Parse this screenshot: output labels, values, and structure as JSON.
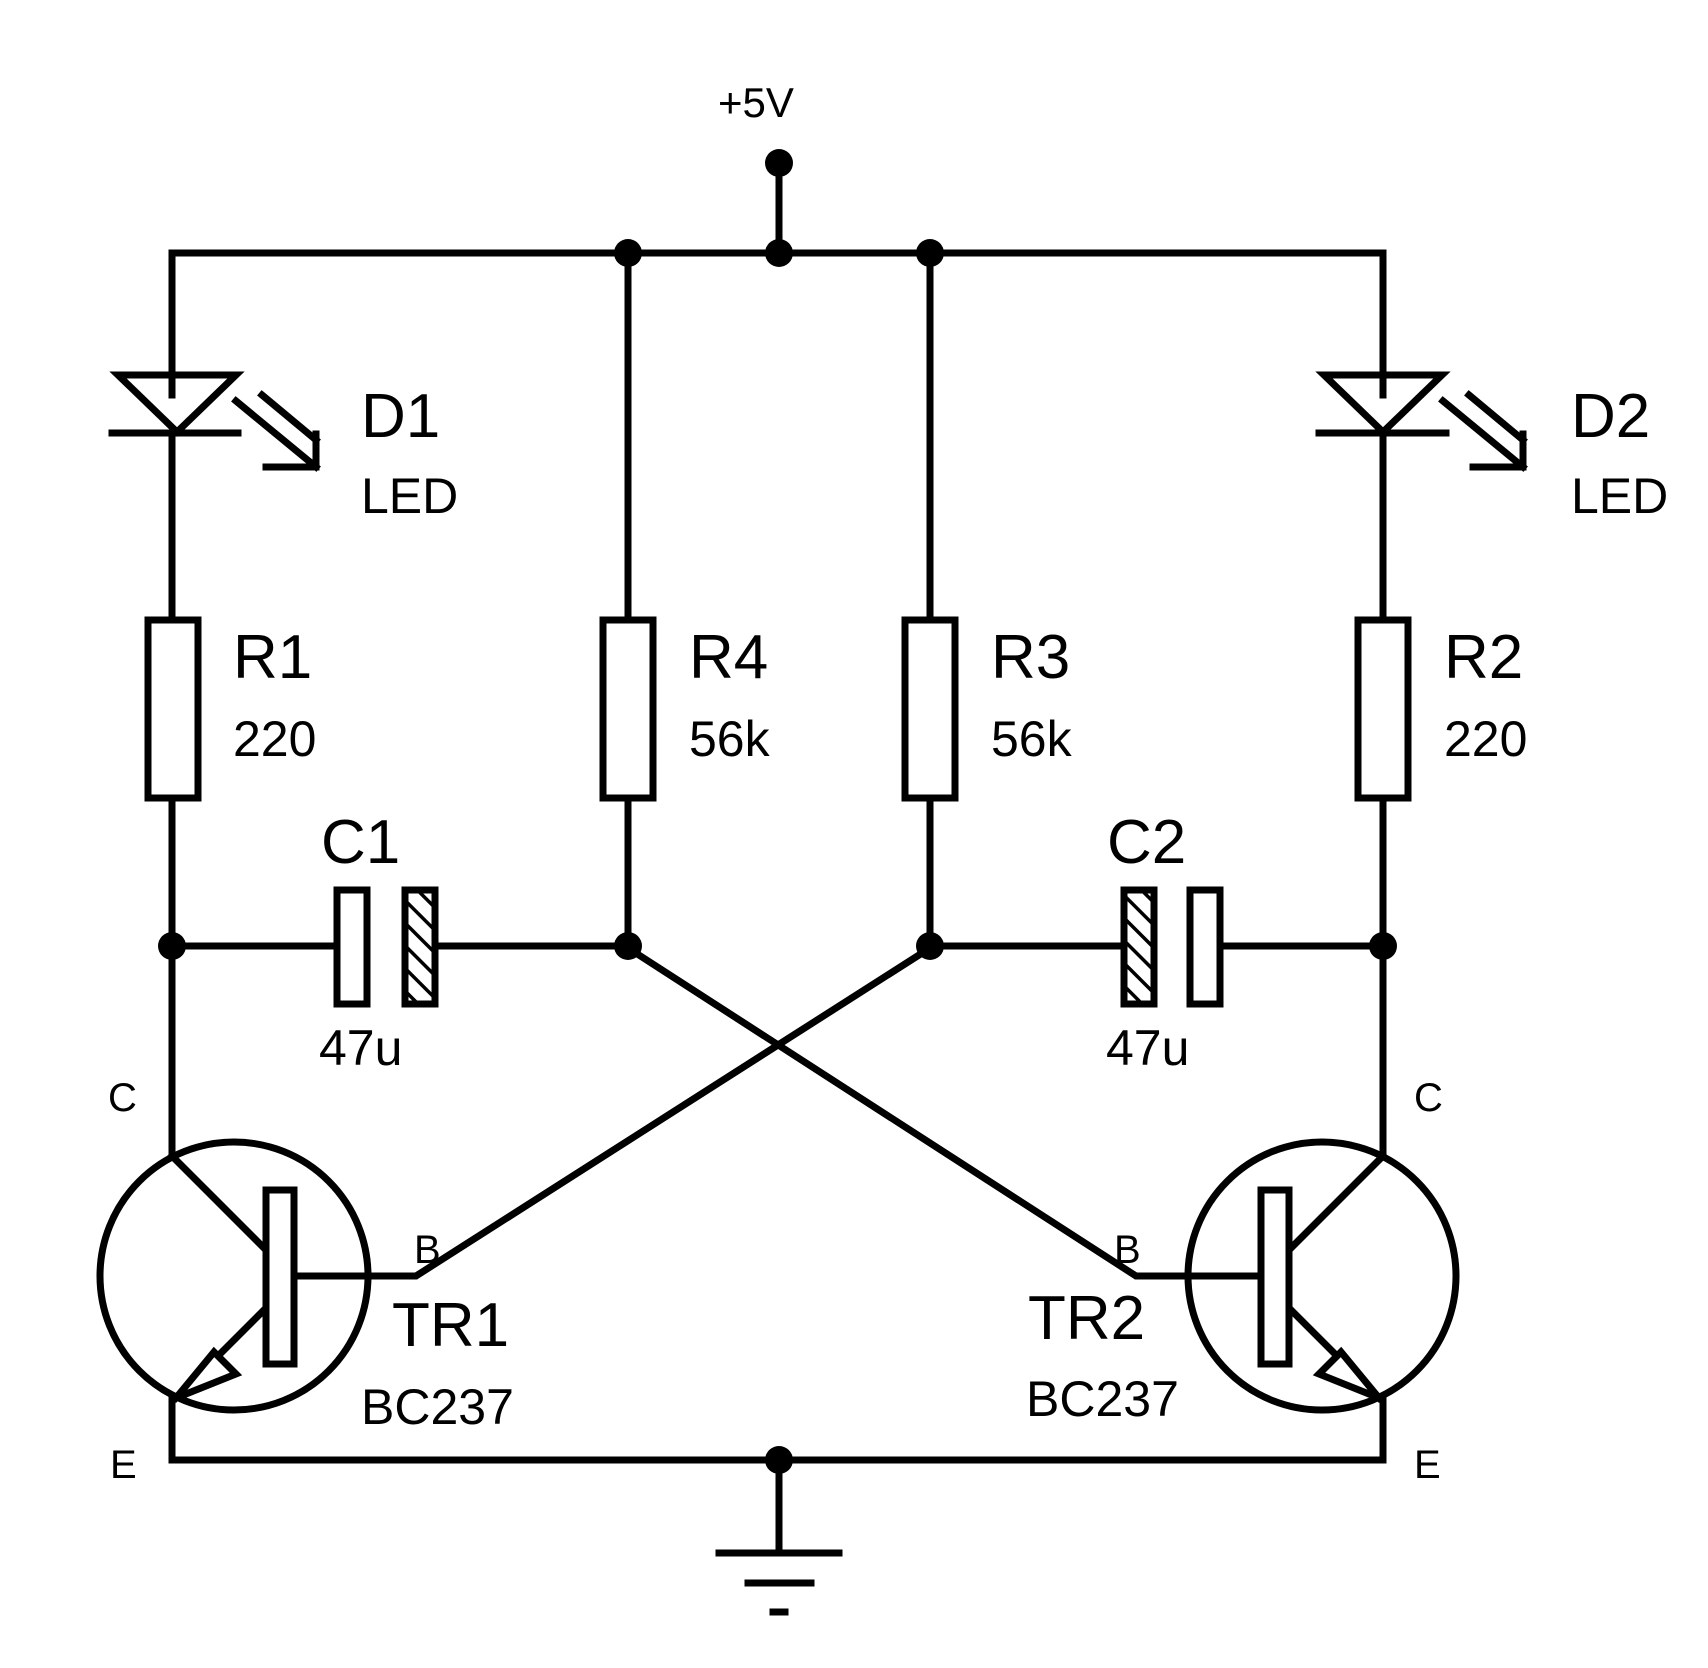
{
  "supply": {
    "label": "+5V"
  },
  "components": {
    "D1": {
      "ref": "D1",
      "value": "LED"
    },
    "D2": {
      "ref": "D2",
      "value": "LED"
    },
    "R1": {
      "ref": "R1",
      "value": "220"
    },
    "R2": {
      "ref": "R2",
      "value": "220"
    },
    "R3": {
      "ref": "R3",
      "value": "56k"
    },
    "R4": {
      "ref": "R4",
      "value": "56k"
    },
    "C1": {
      "ref": "C1",
      "value": "47u"
    },
    "C2": {
      "ref": "C2",
      "value": "47u"
    },
    "TR1": {
      "ref": "TR1",
      "value": "BC237"
    },
    "TR2": {
      "ref": "TR2",
      "value": "BC237"
    }
  },
  "pins": {
    "tr1_c": "C",
    "tr1_b": "B",
    "tr1_e": "E",
    "tr2_c": "C",
    "tr2_b": "B",
    "tr2_e": "E"
  }
}
